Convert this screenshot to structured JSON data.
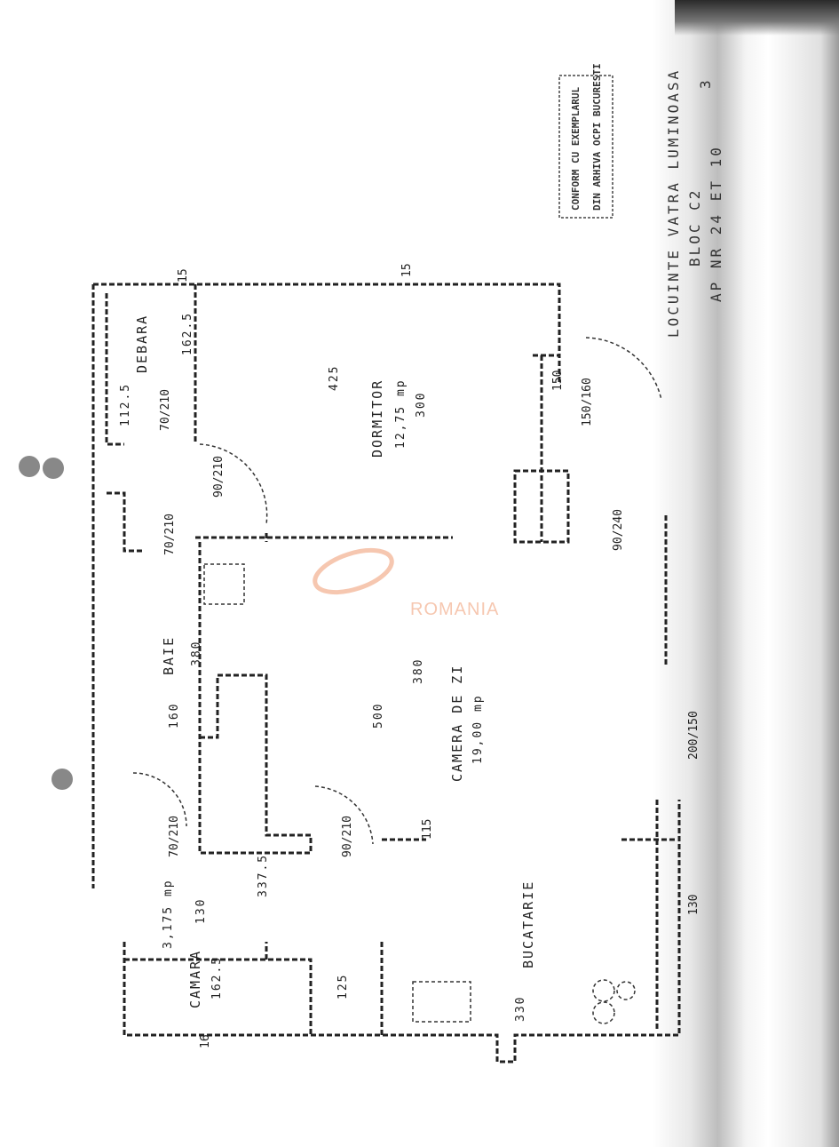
{
  "header": {
    "line1": "LOCUINTE VATRA LUMINOASA",
    "line2": "BLOC C2",
    "line3": "AP NR 24  ET 10",
    "page_no": "3"
  },
  "stamp": {
    "line1": "CONFORM CU EXEMPLARUL",
    "line2": "DIN ARHIVA OCPI BUCURESTI"
  },
  "watermark": "ROMANIA",
  "rooms": {
    "debara": {
      "name": "DEBARA",
      "w": "162.5",
      "h": "112.5"
    },
    "dormitor": {
      "name": "DORMITOR",
      "area": "12,75 mp",
      "w": "300",
      "h": "425"
    },
    "baie": {
      "name": "BAIE",
      "w": "380",
      "h": "160"
    },
    "camera": {
      "name": "CAMERA DE ZI",
      "area": "19,00 mp",
      "w": "500",
      "h": "380"
    },
    "bucatarie": {
      "name": "BUCATARIE",
      "w": "330"
    },
    "camara": {
      "name": "CAMARA",
      "w": "162.5",
      "h": "125"
    },
    "hol": {
      "area": "3,175 mp",
      "w": "337.5",
      "h": "130"
    }
  },
  "dims": {
    "d15a": "15",
    "d15b": "15",
    "d90_210a": "90/210",
    "d70_210a": "70/210",
    "d70_210b": "70/210",
    "d70_210c": "70/210",
    "d90_210b": "90/210",
    "d90_240": "90/240",
    "d150_160": "150/160",
    "d200_150": "200/150",
    "d130": "130",
    "d150": "150",
    "d115": "115",
    "d16": "16"
  }
}
